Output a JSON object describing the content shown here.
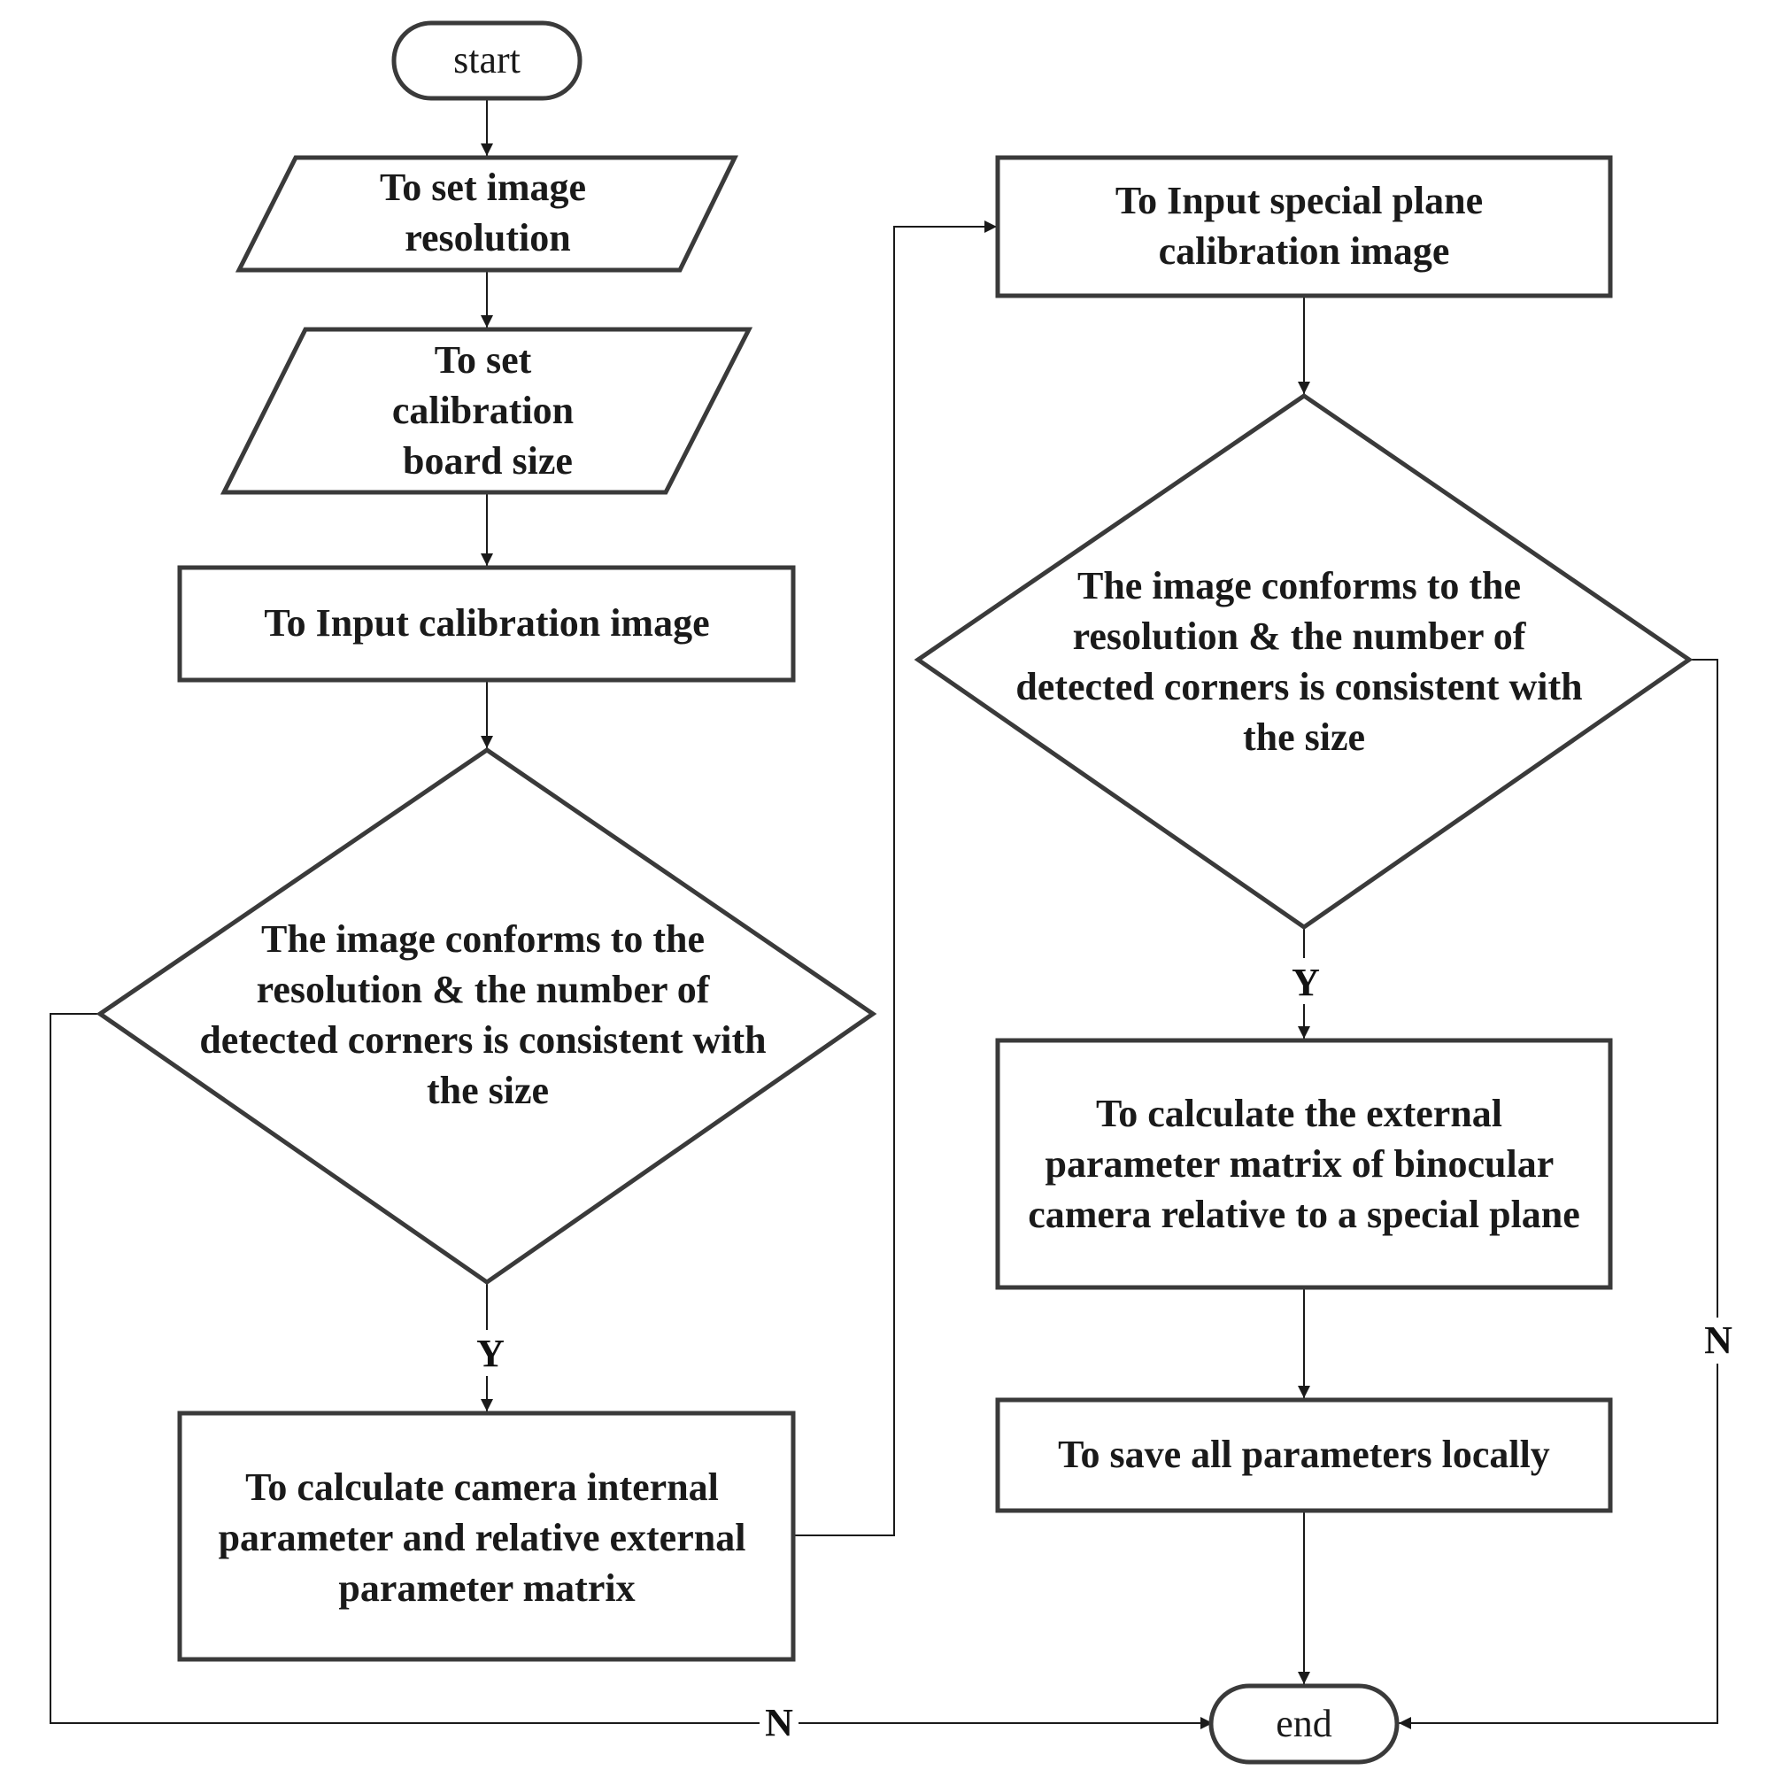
{
  "flowchart": {
    "nodes": {
      "start": {
        "label": "start"
      },
      "set_resolution": {
        "lines": [
          "To set image",
          "resolution"
        ]
      },
      "set_board_size": {
        "lines": [
          "To set",
          "calibration",
          "board size"
        ]
      },
      "input_calibration": {
        "lines": [
          "To Input calibration image"
        ]
      },
      "decision_left": {
        "lines": [
          "The image conforms to the",
          "resolution & the number of",
          "detected corners is consistent with",
          "the size"
        ]
      },
      "calc_internal": {
        "lines": [
          "To calculate camera internal",
          "parameter and relative external",
          "parameter matrix"
        ]
      },
      "input_special": {
        "lines": [
          "To Input special plane",
          "calibration image"
        ]
      },
      "decision_right": {
        "lines": [
          "The image conforms to the",
          "resolution & the number of",
          "detected corners is consistent with",
          "the size"
        ]
      },
      "calc_external": {
        "lines": [
          "To calculate the external",
          "parameter matrix of binocular",
          "camera relative to a special plane"
        ]
      },
      "save_params": {
        "lines": [
          "To save all parameters locally"
        ]
      },
      "end": {
        "label": "end"
      }
    },
    "edge_labels": {
      "left_yes": "Y",
      "left_no": "N",
      "right_yes": "Y",
      "right_no": "N"
    },
    "colors": {
      "stroke": "#3a3a3a",
      "fill": "#ffffff",
      "text": "#1a1a1a"
    }
  }
}
